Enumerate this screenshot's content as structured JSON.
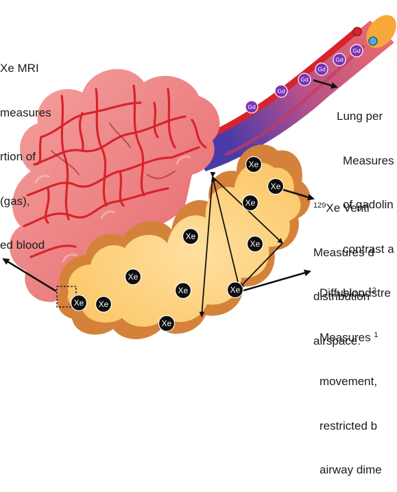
{
  "colors": {
    "lung_tissue": "#e8696f",
    "lung_tissue_light": "#f29a99",
    "vessel_red": "#d8232a",
    "vessel_dark": "#a5201f",
    "airway_gradient_start": "#4a3aa8",
    "airway_gradient_end": "#e9646a",
    "alveolus_fill": "#fdd17a",
    "alveolus_rim": "#d4823a",
    "xe_bubble": "#0d0d0d",
    "gd_bubble": "#7a34b4",
    "tube_tip": "#f6a83a"
  },
  "icons": {
    "xe_marker": "xenon-atom-icon",
    "gd_marker": "gadolinium-particle-icon",
    "arrow": "pointer-arrow-icon"
  },
  "labels": {
    "dissolved_mri": {
      "title": "Xe MRI",
      "lines": [
        "measures",
        "rtion of",
        "(gas),",
        "ed blood"
      ]
    },
    "lung_perfusion": {
      "title": "Lung per",
      "lines": [
        "Measures",
        "of gadolin",
        "contrast a",
        "bloodstre"
      ]
    },
    "ventilation": {
      "title_sup": "129",
      "title": "Xe Venti",
      "lines": [
        "Measures d",
        "distribution",
        "airspace."
      ]
    },
    "diffusion": {
      "title": "Diffusion ",
      "title_sup": "12",
      "lines": [
        {
          "pre": "Measures ",
          "sup": "1"
        },
        {
          "pre": "movement,",
          "sup": ""
        },
        {
          "pre": "restricted b",
          "sup": ""
        },
        {
          "pre": "airway dime",
          "sup": ""
        }
      ]
    }
  },
  "markers": {
    "xe_text": "Xe",
    "gd_text": "Gd"
  }
}
